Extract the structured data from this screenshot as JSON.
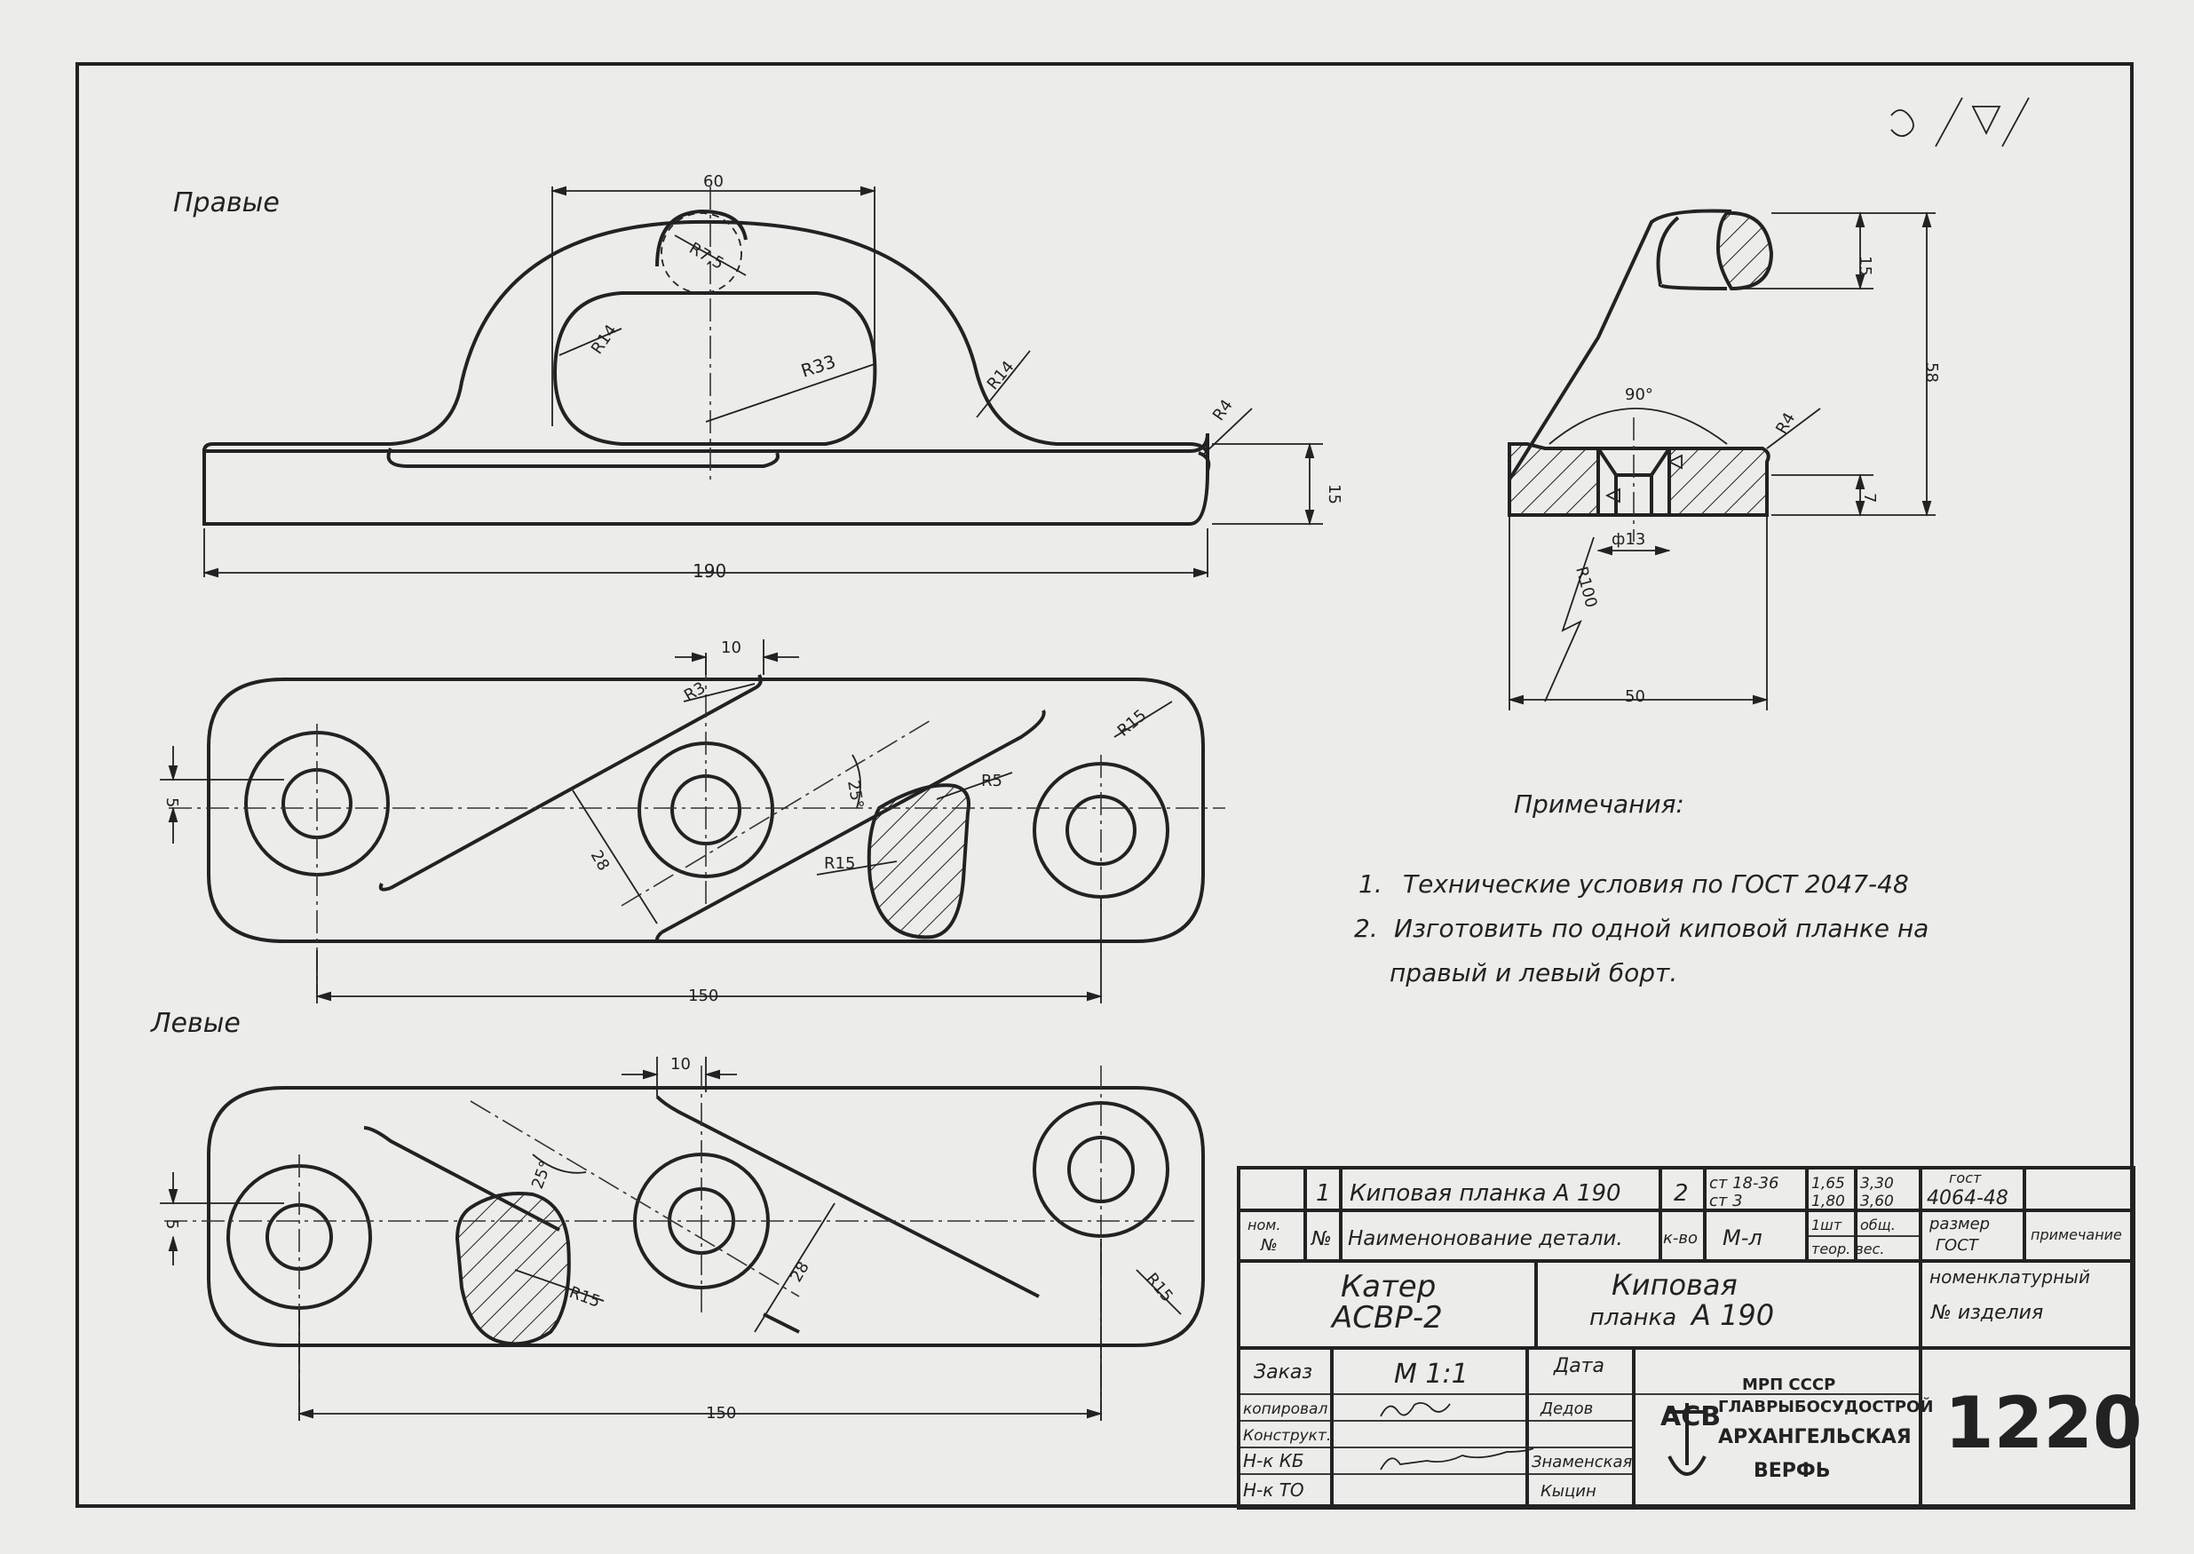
{
  "roughness_mark": "∇",
  "views": {
    "right_label": "Правые",
    "left_label": "Левые"
  },
  "dims": {
    "d60": "60",
    "r75": "R7,5",
    "r14a": "R14",
    "r33": "R33",
    "r14b": "R14",
    "r4a": "R4",
    "d15": "15",
    "d190": "190",
    "d10a": "10",
    "r3": "R3",
    "r15a": "R15",
    "d5a": "5",
    "a25a": "25°",
    "r5": "R5",
    "d28a": "28",
    "r15b": "R15",
    "d150a": "150",
    "d10b": "10",
    "d5b": "5",
    "a25b": "25°",
    "d28b": "28",
    "r15c": "R15",
    "r15d": "R15",
    "d150b": "150",
    "s15": "15",
    "s58": "58",
    "s90": "90°",
    "s_r4": "R4",
    "s7": "7",
    "s_phi13": "ф13",
    "s_r100": "R100",
    "s50": "50"
  },
  "notes": {
    "title": "Примечания:",
    "items": [
      {
        "num": "1.",
        "text": "Технические условия по ГОСТ 2047-48"
      },
      {
        "num": "2.",
        "text": "Изготовить по одной киповой планке на"
      },
      {
        "num": "",
        "text": "правый и левый борт."
      }
    ]
  },
  "spec": {
    "row": {
      "qty_pos": "1",
      "name": "Киповая планка  А 190",
      "count": "2",
      "material_1": "ст 18-36",
      "material_2": "ст 3",
      "w1a": "1,65",
      "w1b": "1,80",
      "w2a": "3,30",
      "w2b": "3,60",
      "gost_label": "гост",
      "gost_value": "4064-48"
    },
    "header": {
      "nom": "ном.",
      "no": "№",
      "pos": "№",
      "name": "Наименонование детали.",
      "count": "к-во",
      "material": "М-л",
      "w_unit": "1шт",
      "w_total": "общ.",
      "weight": "теор. вес.",
      "size": "размер",
      "gost": "ГОСТ",
      "note": "примечание"
    }
  },
  "title_block": {
    "vessel_1": "Катер",
    "vessel_2": "АСВР-2",
    "part_1": "Киповая",
    "part_2": "планка",
    "part_3": "А 190",
    "nomen_1": "номенклатурный",
    "nomen_2": "№ изделия",
    "order": "Заказ",
    "scale": "М 1:1",
    "date": "Дата",
    "roles": [
      "копировал",
      "Конструкт.",
      "Н-к КБ",
      "Н-к ТО"
    ],
    "names": [
      "Дедов",
      "",
      "Знаменская",
      "Кыцин"
    ],
    "org_1": "МРП СССР",
    "org_2": "ГЛАВРЫБОСУДОСТРОЙ",
    "org_3": "АРХАНГЕЛЬСКАЯ",
    "org_4": "ВЕРФЬ",
    "logo_text": "АСВ",
    "sheet_no": "1220"
  }
}
